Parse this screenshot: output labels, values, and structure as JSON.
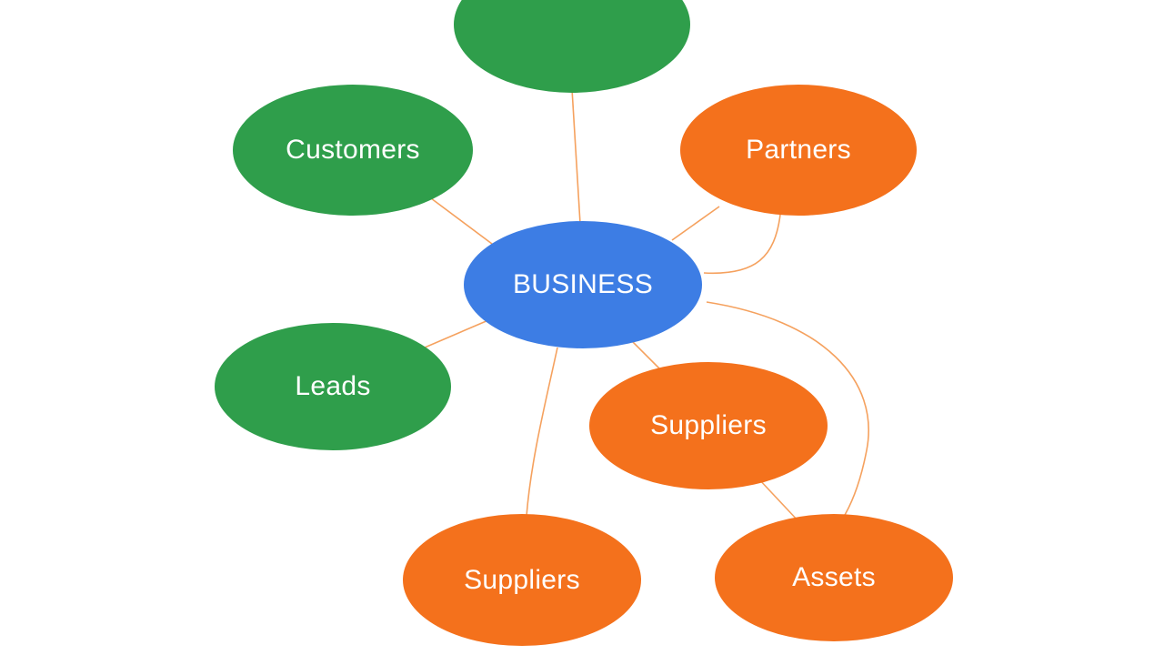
{
  "diagram": {
    "type": "mind-map",
    "root": "BUSINESS",
    "colors": {
      "root_fill": "#3d7de4",
      "green_fill": "#2f9e4b",
      "orange_fill": "#f4711c",
      "edge": "#f5a15e",
      "label_text": "#ffffff",
      "background": "#ffffff"
    },
    "nodes": [
      {
        "id": "business",
        "label": "BUSINESS",
        "color_group": "blue"
      },
      {
        "id": "top",
        "label": "",
        "color_group": "green"
      },
      {
        "id": "customers",
        "label": "Customers",
        "color_group": "green"
      },
      {
        "id": "leads",
        "label": "Leads",
        "color_group": "green"
      },
      {
        "id": "partners",
        "label": "Partners",
        "color_group": "orange"
      },
      {
        "id": "suppliers-right",
        "label": "Suppliers",
        "color_group": "orange"
      },
      {
        "id": "suppliers-bottom",
        "label": "Suppliers",
        "color_group": "orange"
      },
      {
        "id": "assets",
        "label": "Assets",
        "color_group": "orange"
      }
    ],
    "edges": [
      {
        "from": "business",
        "to": "top"
      },
      {
        "from": "business",
        "to": "customers"
      },
      {
        "from": "business",
        "to": "leads"
      },
      {
        "from": "business",
        "to": "partners"
      },
      {
        "from": "business",
        "to": "partners",
        "note": "curved second link"
      },
      {
        "from": "business",
        "to": "suppliers-right"
      },
      {
        "from": "business",
        "to": "suppliers-bottom"
      },
      {
        "from": "business",
        "to": "assets"
      },
      {
        "from": "suppliers-right",
        "to": "assets"
      }
    ]
  }
}
